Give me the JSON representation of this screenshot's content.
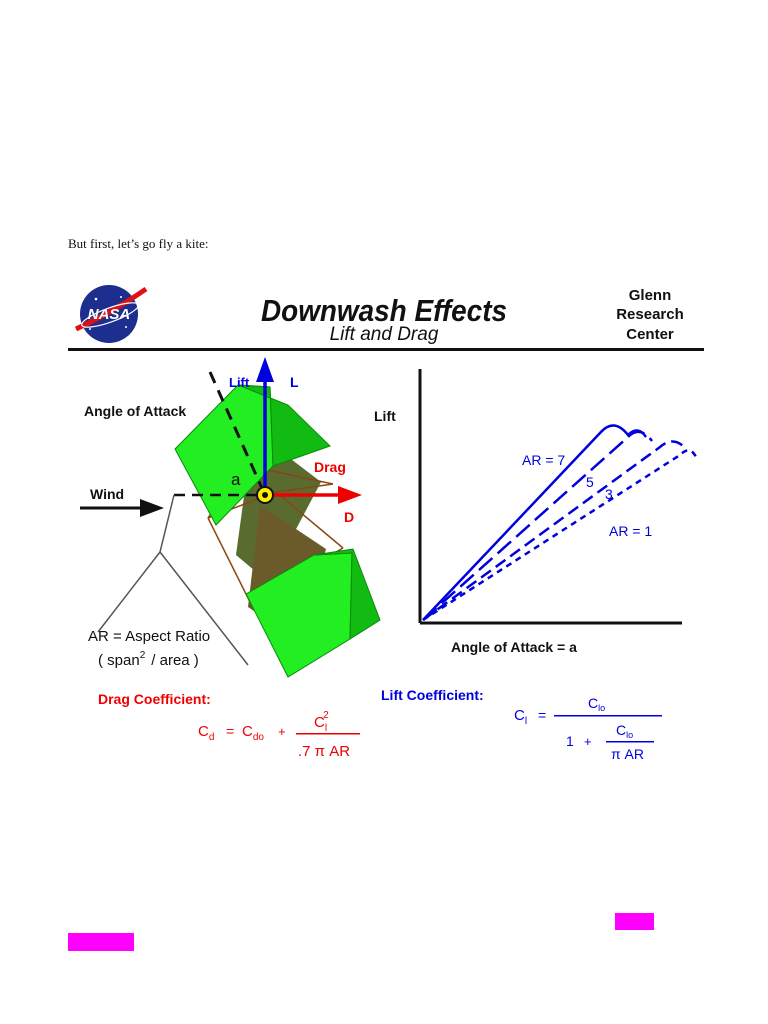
{
  "intro_text": "But first, let’s go fly a kite:",
  "figure": {
    "logo_text": "NASA",
    "title": "Downwash Effects",
    "subtitle": "Lift and Drag",
    "center_line1": "Glenn",
    "center_line2": "Research",
    "center_line3": "Center",
    "kite": {
      "angle_of_attack_label": "Angle of Attack",
      "wind_label": "Wind",
      "lift_label": "Lift",
      "lift_symbol": "L",
      "drag_label": "Drag",
      "drag_symbol": "D",
      "alpha_symbol": "a",
      "ar_label": "AR = Aspect Ratio",
      "ar_formula_pre": "( span",
      "ar_formula_sup": "2",
      "ar_formula_post": "/ area )"
    },
    "graph": {
      "y_label": "Lift",
      "x_label": "Angle of Attack = a",
      "curve_labels": [
        "AR = 7",
        "5",
        "3",
        "AR = 1"
      ]
    },
    "drag_coefficient": {
      "label": "Drag Coefficient:",
      "lhs_main": "C",
      "lhs_sub": "d",
      "eq": "=",
      "t1_main": "C",
      "t1_sub": "do",
      "plus": "+",
      "num_main": "C",
      "num_sub": "l",
      "num_sup": "2",
      "den": ".7 π AR"
    },
    "lift_coefficient": {
      "label": "Lift Coefficient:",
      "lhs_main": "C",
      "lhs_sub": "l",
      "eq": "=",
      "num_main": "C",
      "num_sub": "lo",
      "den_one": "1",
      "plus": "+",
      "inner_num_main": "C",
      "inner_num_sub": "lo",
      "inner_den": "π AR"
    }
  },
  "colors": {
    "blue": "#0000dd",
    "red": "#ee0000",
    "kite_green": "#22ee22",
    "kite_dark": "#556b2f",
    "kite_brown": "#8b4513",
    "highlight": "#ff00ff"
  }
}
